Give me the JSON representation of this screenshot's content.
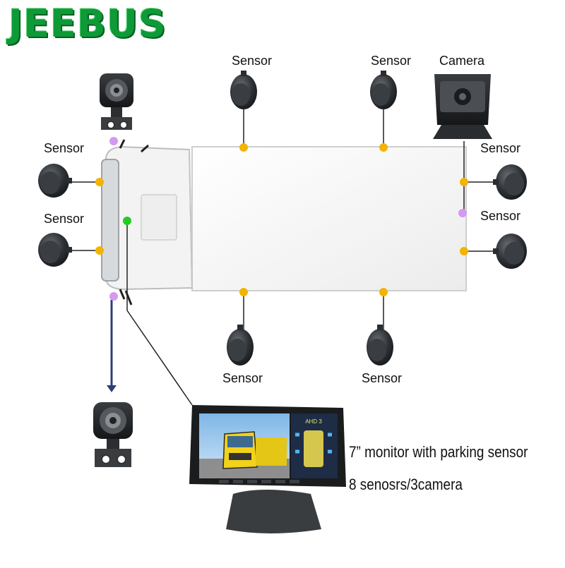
{
  "brand": "JEEBUS",
  "labels": {
    "sensor": "Sensor",
    "camera": "Camera"
  },
  "monitor": {
    "screen_badge": "AHD 3",
    "caption_line1": "7” monitor with parking sensor",
    "caption_line2": "8 senosrs/3camera"
  },
  "colors": {
    "sensor_dot": "#f2b400",
    "camera_dot": "#d49af0",
    "monitor_dot": "#22cc22",
    "brand_green": "#0e9a37",
    "video_arrow": "#2d3f7a"
  }
}
